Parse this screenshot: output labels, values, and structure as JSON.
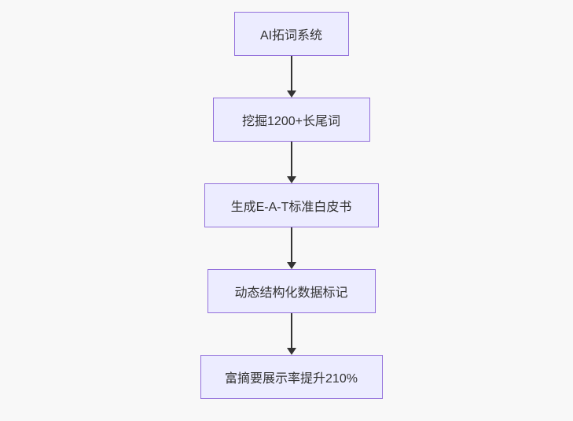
{
  "flowchart": {
    "direction": "top-down",
    "nodes": [
      {
        "label": "AI拓词系统"
      },
      {
        "label": "挖掘1200+长尾词"
      },
      {
        "label": "生成E-A-T标准白皮书"
      },
      {
        "label": "动态结构化数据标记"
      },
      {
        "label": "富摘要展示率提升210%"
      }
    ],
    "edges": [
      {
        "from": 0,
        "to": 1
      },
      {
        "from": 1,
        "to": 2
      },
      {
        "from": 2,
        "to": 3
      },
      {
        "from": 3,
        "to": 4
      }
    ],
    "colors": {
      "node_fill": "#ECECFF",
      "node_border": "#9370DB",
      "arrow": "#333333",
      "text": "#333333",
      "background": "#f8f8f8"
    }
  }
}
